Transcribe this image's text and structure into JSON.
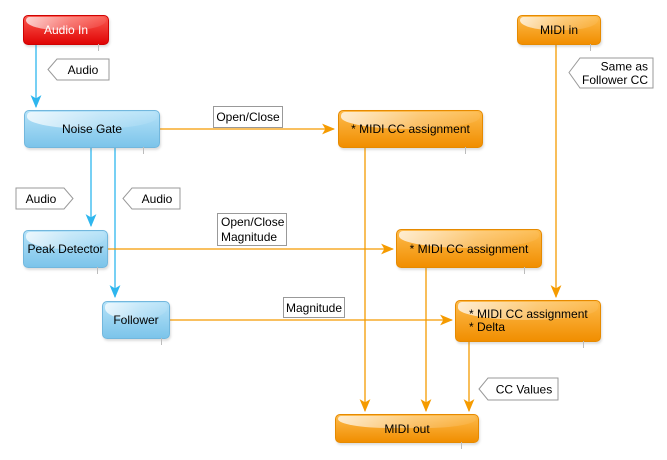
{
  "nodes": {
    "audio_in": {
      "label": "Audio In"
    },
    "noise_gate": {
      "label": "Noise Gate"
    },
    "peak_detector": {
      "label": "Peak Detector"
    },
    "follower": {
      "label": "Follower"
    },
    "midi_in": {
      "label": "MIDI in"
    },
    "midi_out": {
      "label": "MIDI out"
    },
    "cc_assign_gate": {
      "label": "* MIDI CC assignment"
    },
    "cc_assign_peak": {
      "label": "* MIDI CC assignment"
    },
    "cc_assign_follower": {
      "line1": "* MIDI CC assignment",
      "line2": "* Delta"
    }
  },
  "labels": {
    "audio_from_input": "Audio",
    "audio_to_peak": "Audio",
    "audio_to_follower": "Audio",
    "open_close": "Open/Close",
    "open_close_magnitude": {
      "line1": "Open/Close",
      "line2": "Magnitude"
    },
    "magnitude": "Magnitude",
    "same_as_follower": {
      "line1": "Same as",
      "line2": "Follower CC"
    },
    "cc_values": "CC Values"
  },
  "colors": {
    "audio_line": "#2eb6ee",
    "midi_line": "#f59b00",
    "red_top": "#fb5a50",
    "red_bottom": "#e00404",
    "blue_top": "#b5e2f8",
    "blue_bottom": "#7cc4ea",
    "orange_top": "#fdbb4d",
    "orange_bottom": "#f18e00",
    "label_border": "#999999"
  }
}
